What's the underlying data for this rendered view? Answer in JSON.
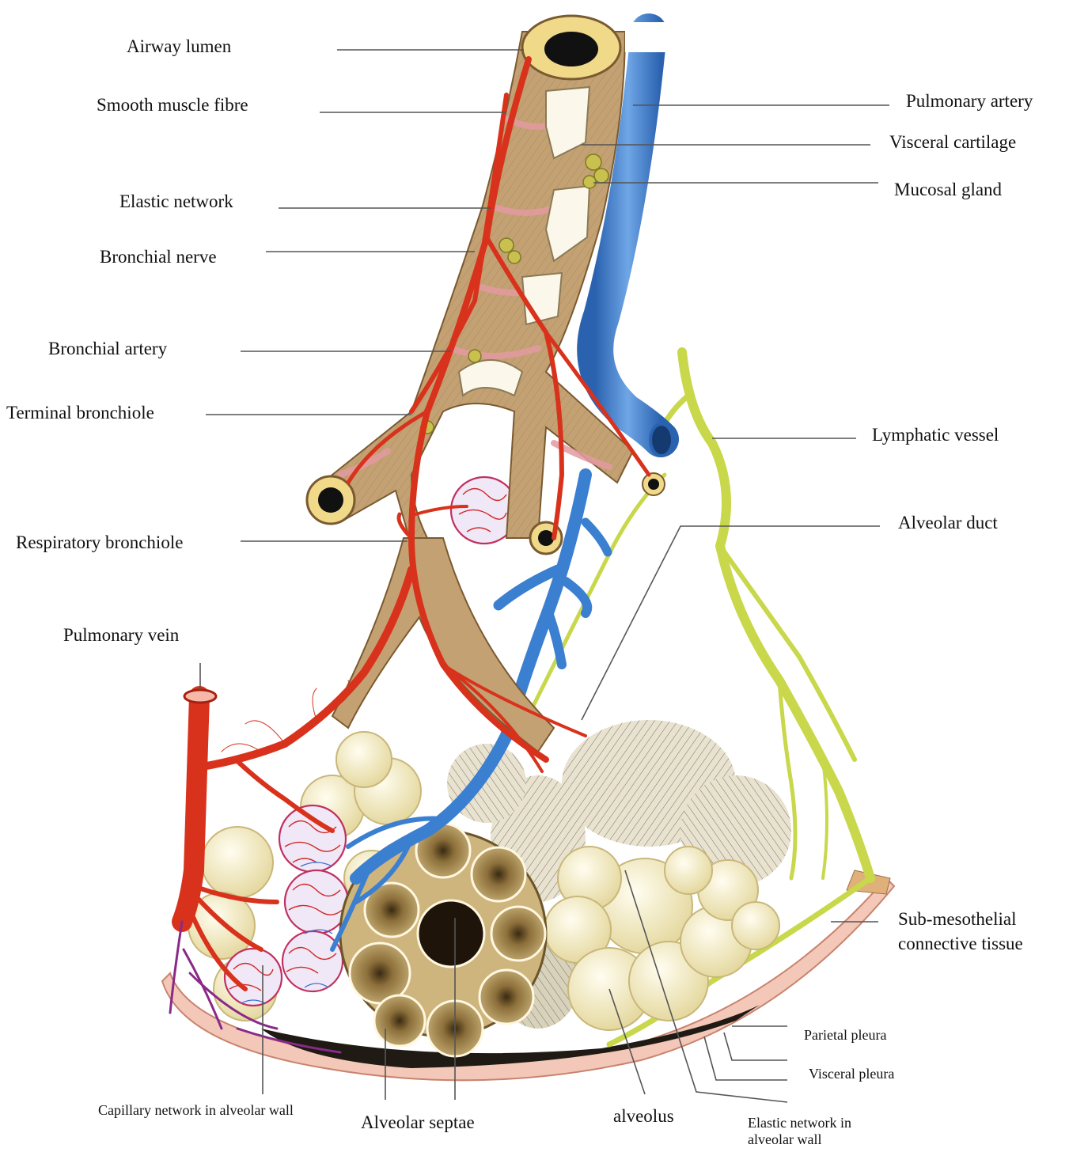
{
  "labels": {
    "airway_lumen": "Airway lumen",
    "smooth_muscle_fibre": "Smooth muscle fibre",
    "elastic_network": "Elastic network",
    "bronchial_nerve": "Bronchial nerve",
    "bronchial_artery": "Bronchial artery",
    "terminal_bronchiole": "Terminal bronchiole",
    "respiratory_bronchiole": "Respiratory bronchiole",
    "pulmonary_vein": "Pulmonary vein",
    "pulmonary_artery": "Pulmonary artery",
    "visceral_cartilage": "Visceral cartilage",
    "mucosal_gland": "Mucosal gland",
    "lymphatic_vessel": "Lymphatic vessel",
    "alveolar_duct": "Alveolar duct",
    "sub_mesothelial_line1": "Sub-mesothelial",
    "sub_mesothelial_line2": "connective tissue",
    "parietal_pleura": "Parietal pleura",
    "visceral_pleura": "Visceral pleura",
    "capillary_network": "Capillary network in alveolar wall",
    "alveolar_septae": "Alveolar septae",
    "alveolus": "alveolus",
    "elastic_network_alveolar": "Elastic network in alveolar wall"
  },
  "colors": {
    "artery_red": "#d8321c",
    "vein_blue": "#3b7fd0",
    "lymph_yellow": "#c8d84a",
    "bronchus_tan": "#b9905a",
    "alveolus_cream": "#f5efc8",
    "septae_brown": "#8c6f3a",
    "pleura_pink": "#e9a99a",
    "leader_gray": "#555555"
  }
}
